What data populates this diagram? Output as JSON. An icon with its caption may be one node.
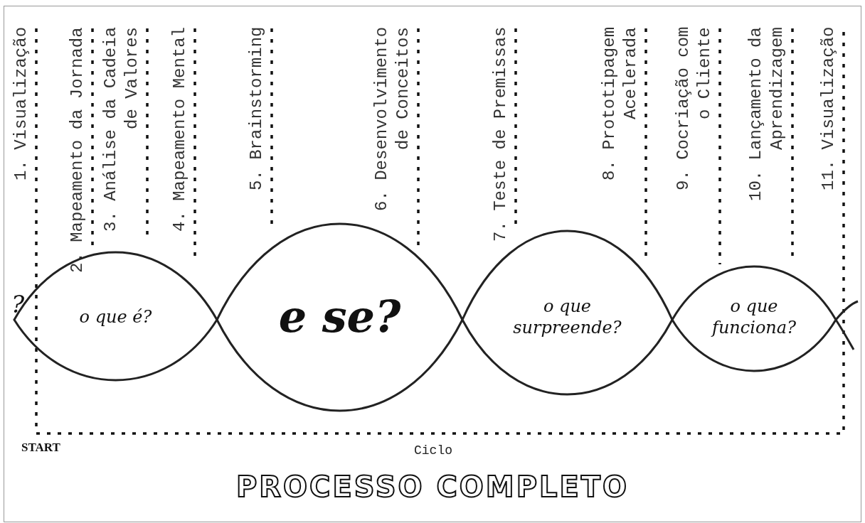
{
  "diagram": {
    "title": "PROCESSO COMPLETO",
    "nodes": [
      {
        "text": [
          "o que é?"
        ]
      },
      {
        "text": [
          "e se?"
        ]
      },
      {
        "text": [
          "o que surpreende?"
        ]
      },
      {
        "text": [
          "o que funciona?"
        ]
      }
    ],
    "labels": [
      "1. Visualização",
      "2. Mapeamento da Jornada",
      "3. Análise da Cadeia de Valores",
      "4. Mapeamento Mental",
      "5. Brainstorming",
      "6. Desenvolvimento de Conceitos",
      "7. Teste de Premissas",
      "8. Prototipagem Acelerada",
      "9. Cocriação com o Cliente",
      "10. Lançamento da Aprendizagem",
      "11. Visualização",
      "?",
      "START",
      "Ciclo"
    ]
  }
}
